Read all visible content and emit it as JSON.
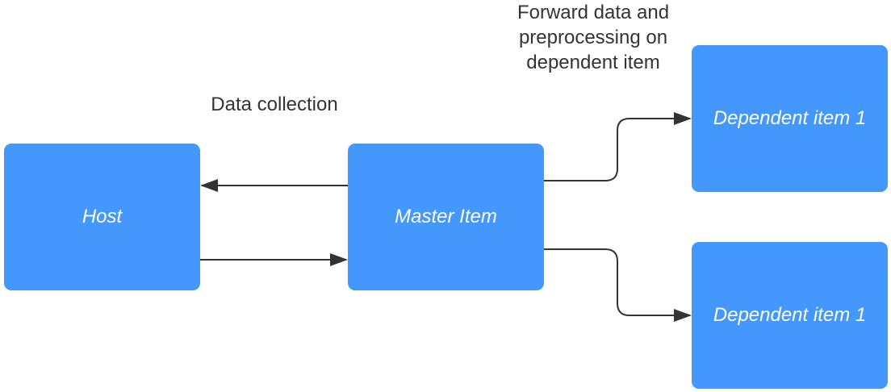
{
  "diagram": {
    "nodes": {
      "host": "Host",
      "master": "Master Item",
      "dependent_1": "Dependent item 1",
      "dependent_2": "Dependent item 1"
    },
    "labels": {
      "data_collection": "Data collection",
      "forward_line1": "Forward data and",
      "forward_line2": "preprocessing on",
      "forward_line3": "dependent item"
    },
    "edges": [
      {
        "from": "Master Item",
        "to": "Host"
      },
      {
        "from": "Host",
        "to": "Master Item"
      },
      {
        "from": "Master Item",
        "to": "Dependent item 1"
      },
      {
        "from": "Master Item",
        "to": "Dependent item 1"
      }
    ],
    "colors": {
      "node_fill": "#4497fd",
      "node_text": "#ffffff",
      "edge": "#333333",
      "label_text": "#333333"
    }
  }
}
